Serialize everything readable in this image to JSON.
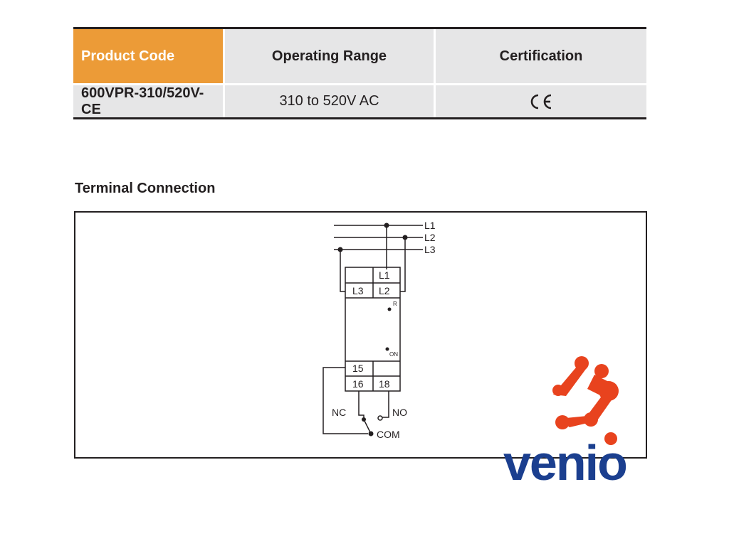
{
  "spec_table": {
    "headers": [
      "Product Code",
      "Operating Range",
      "Certification"
    ],
    "row": {
      "product_code": "600VPR-310/520V-CE",
      "operating_range": "310 to 520V AC",
      "certification_mark": "CE"
    }
  },
  "terminal_connection": {
    "title": "Terminal Connection",
    "supply_lines": [
      "L1",
      "L2",
      "L3"
    ],
    "device_terminals_top": [
      "L1",
      "L3",
      "L2"
    ],
    "indicators": [
      "R",
      "ON"
    ],
    "device_terminals_bottom": [
      "15",
      "16",
      "18"
    ],
    "contact_labels": {
      "nc": "NC",
      "no": "NO",
      "com": "COM"
    }
  },
  "logo": {
    "text": "venio",
    "icon": "molecule-logo-icon",
    "text_color": "#1b3f8f",
    "icon_color": "#e8431e"
  },
  "colors": {
    "header_accent": "#ec9b37",
    "cell_bg": "#e6e6e7",
    "line": "#231f20"
  }
}
